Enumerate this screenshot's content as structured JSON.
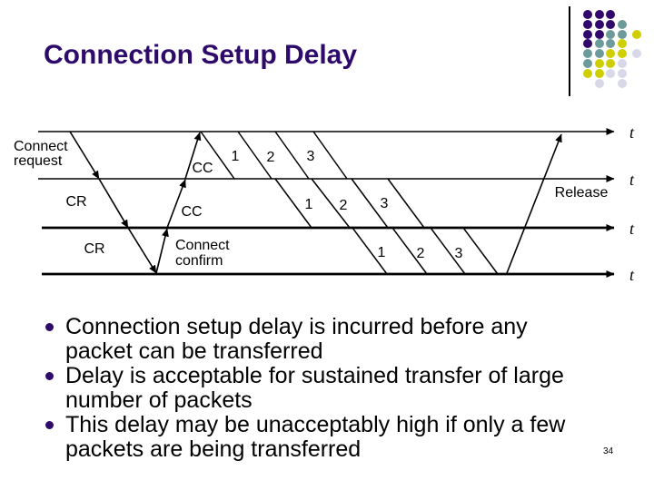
{
  "slide": {
    "title": "Connection Setup Delay",
    "title_color": "#2E0A6B",
    "page_number": "34"
  },
  "diagram": {
    "labels": {
      "connect_request_line1": "Connect",
      "connect_request_line2": "request",
      "cr": "CR",
      "cc": "CC",
      "connect_confirm_line1": "Connect",
      "connect_confirm_line2": "confirm",
      "release": "Release",
      "time": "t"
    },
    "packet_numbers": [
      "1",
      "2",
      "3"
    ],
    "structure": {
      "timelines": 4,
      "messages": [
        "CR (connect request) relayed hop-by-hop down",
        "CC (connect confirm) relayed hop-by-hop up",
        "packets 1,2,3 forwarded across each hop",
        "Release at end"
      ]
    }
  },
  "bullets": [
    {
      "lines": [
        "Connection setup delay is incurred before any",
        "packet can be transferred"
      ]
    },
    {
      "lines": [
        "Delay is acceptable for sustained transfer of large",
        "number of packets"
      ]
    },
    {
      "lines": [
        "This delay may be unacceptably high if only a few",
        "packets are being transferred"
      ]
    }
  ],
  "logo": {
    "colors": {
      "P": "#31086B",
      "T": "#6D9B9B",
      "Y": "#CFCF00",
      "L": "#D8D8E8"
    },
    "cols_x": [
      647,
      659.5,
      672,
      684.5,
      700.5
    ],
    "rows_y": [
      16,
      26.8,
      37.6,
      48.4,
      59.2,
      70,
      80.8,
      91.6
    ],
    "dots": [
      [
        0,
        0,
        "P"
      ],
      [
        1,
        0,
        "P"
      ],
      [
        2,
        0,
        "P"
      ],
      [
        0,
        1,
        "P"
      ],
      [
        1,
        1,
        "P"
      ],
      [
        2,
        1,
        "P"
      ],
      [
        3,
        1,
        "T"
      ],
      [
        0,
        2,
        "P"
      ],
      [
        1,
        2,
        "P"
      ],
      [
        2,
        2,
        "T"
      ],
      [
        3,
        2,
        "T"
      ],
      [
        4,
        2,
        "Y"
      ],
      [
        0,
        3,
        "P"
      ],
      [
        1,
        3,
        "T"
      ],
      [
        2,
        3,
        "T"
      ],
      [
        3,
        3,
        "Y"
      ],
      [
        0,
        4,
        "T"
      ],
      [
        1,
        4,
        "T"
      ],
      [
        2,
        4,
        "Y"
      ],
      [
        3,
        4,
        "Y"
      ],
      [
        4,
        4,
        "L"
      ],
      [
        0,
        5,
        "T"
      ],
      [
        1,
        5,
        "Y"
      ],
      [
        2,
        5,
        "Y"
      ],
      [
        3,
        5,
        "L"
      ],
      [
        0,
        6,
        "Y"
      ],
      [
        1,
        6,
        "Y"
      ],
      [
        2,
        6,
        "L"
      ],
      [
        3,
        6,
        "L"
      ],
      [
        1,
        7,
        "L"
      ],
      [
        3,
        7,
        "L"
      ]
    ]
  }
}
